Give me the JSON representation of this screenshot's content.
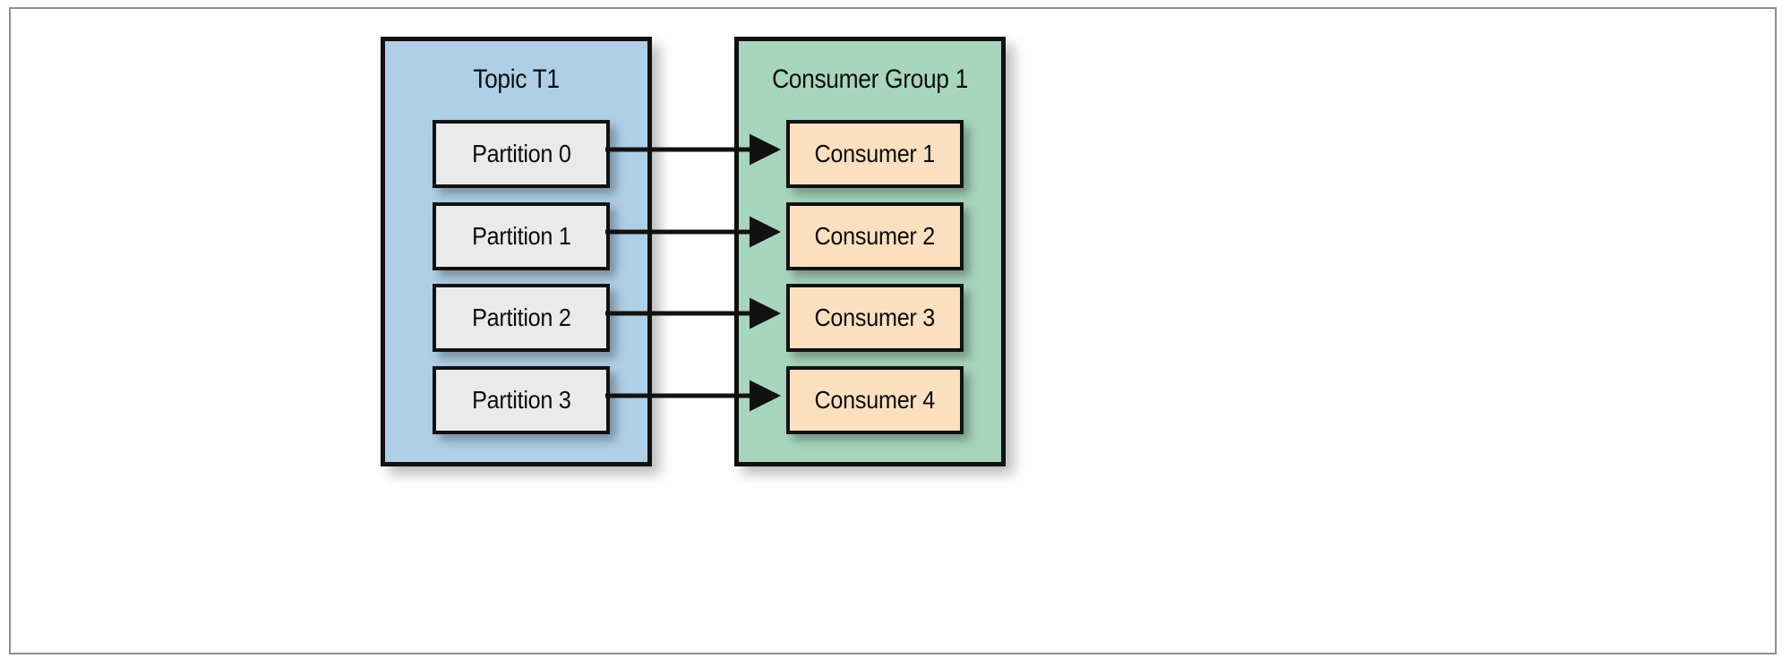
{
  "figure": {
    "type": "diagram",
    "subject": "kafka-topic-to-consumer-group-mapping",
    "colors": {
      "topic_panel": "#AFCFE6",
      "group_panel": "#A8D5BE",
      "partition_box": "#EAEAEA",
      "consumer_box": "#FAE0C0",
      "border": "#111111",
      "frame": "#8e8e8e",
      "background": "#ffffff"
    }
  },
  "topic_panel": {
    "title": "Topic T1",
    "partitions": [
      {
        "label": "Partition 0"
      },
      {
        "label": "Partition 1"
      },
      {
        "label": "Partition 2"
      },
      {
        "label": "Partition 3"
      }
    ]
  },
  "group_panel": {
    "title": "Consumer Group 1",
    "consumers": [
      {
        "label": "Consumer 1"
      },
      {
        "label": "Consumer 2"
      },
      {
        "label": "Consumer 3"
      },
      {
        "label": "Consumer 4"
      }
    ]
  },
  "connections": [
    {
      "from": "Partition 0",
      "to": "Consumer 1"
    },
    {
      "from": "Partition 1",
      "to": "Consumer 2"
    },
    {
      "from": "Partition 2",
      "to": "Consumer 3"
    },
    {
      "from": "Partition 3",
      "to": "Consumer 4"
    }
  ]
}
